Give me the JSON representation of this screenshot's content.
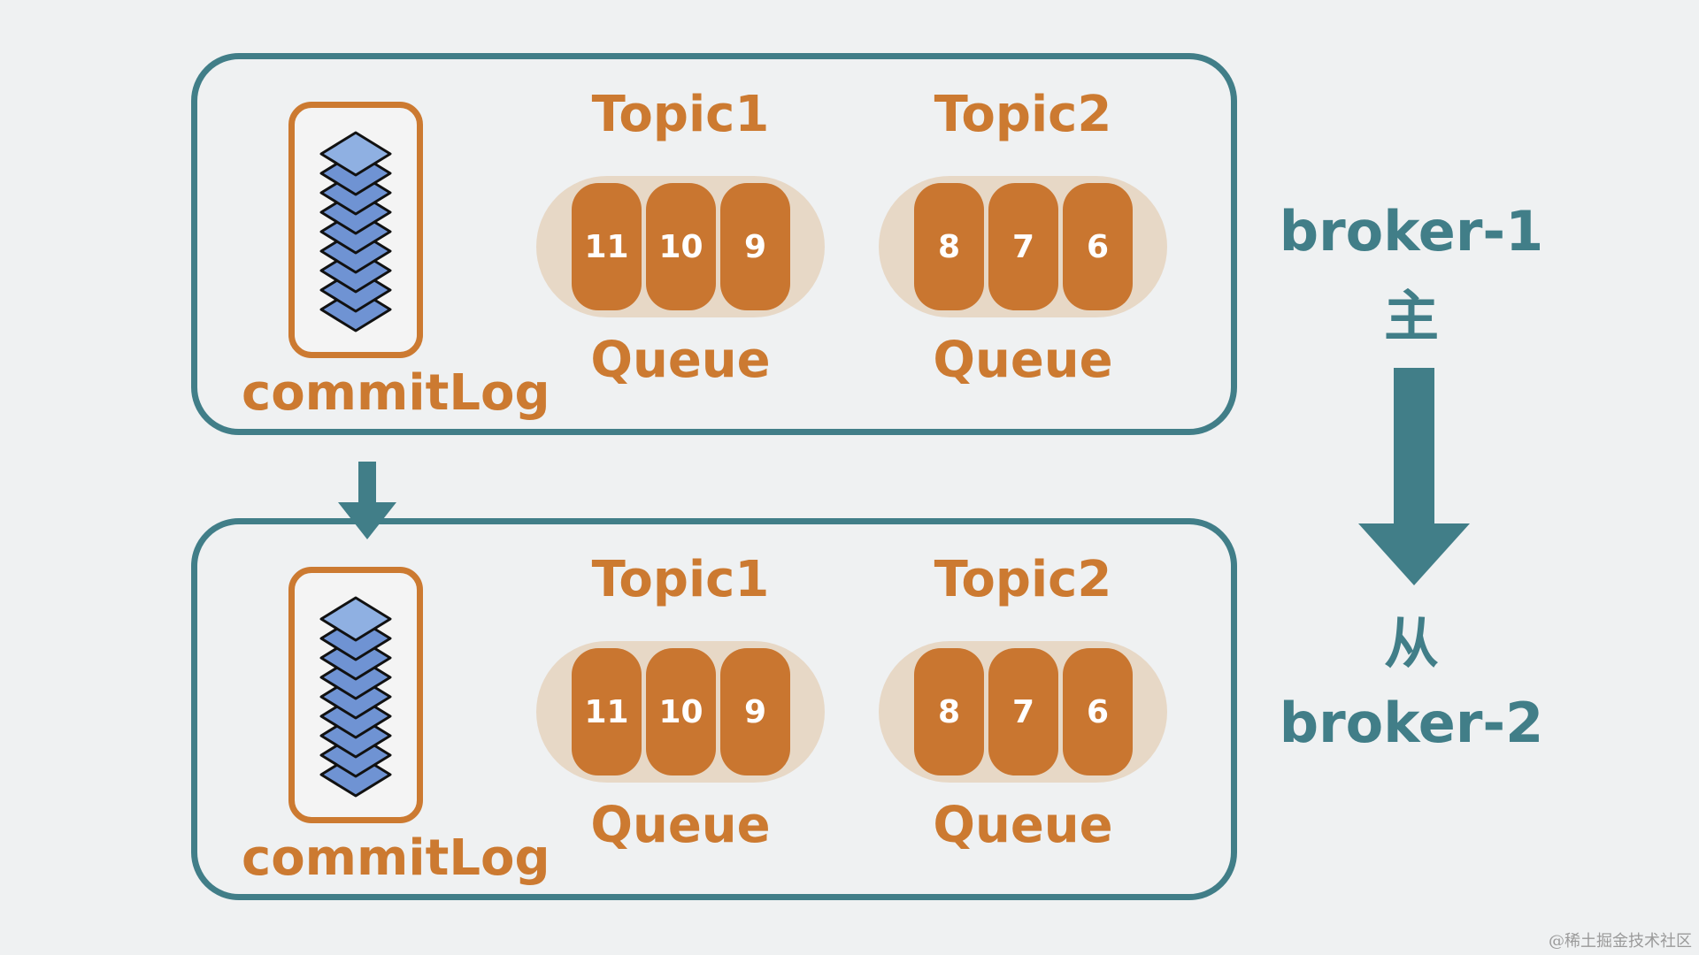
{
  "colors": {
    "teal": "#417e88",
    "orange": "#cc7a31",
    "pill": "#e7d8c6",
    "stack_fill": "#6f93d3",
    "background": "#eff1f2"
  },
  "brokers": [
    {
      "commitlog_label": "commitLog",
      "topics": [
        {
          "title": "Topic1",
          "queue_label": "Queue",
          "slots": [
            "11",
            "10",
            "9"
          ]
        },
        {
          "title": "Topic2",
          "queue_label": "Queue",
          "slots": [
            "8",
            "7",
            "6"
          ]
        }
      ]
    },
    {
      "commitlog_label": "commitLog",
      "topics": [
        {
          "title": "Topic1",
          "queue_label": "Queue",
          "slots": [
            "11",
            "10",
            "9"
          ]
        },
        {
          "title": "Topic2",
          "queue_label": "Queue",
          "slots": [
            "8",
            "7",
            "6"
          ]
        }
      ]
    }
  ],
  "side": {
    "broker1_name": "broker-1",
    "master_label": "主",
    "slave_label": "从",
    "broker2_name": "broker-2"
  },
  "icons": {
    "commitlog": "layer-stack-icon",
    "replication": "down-arrow-icon",
    "master_to_slave": "down-arrow-icon"
  },
  "watermark": "@稀土掘金技术社区"
}
